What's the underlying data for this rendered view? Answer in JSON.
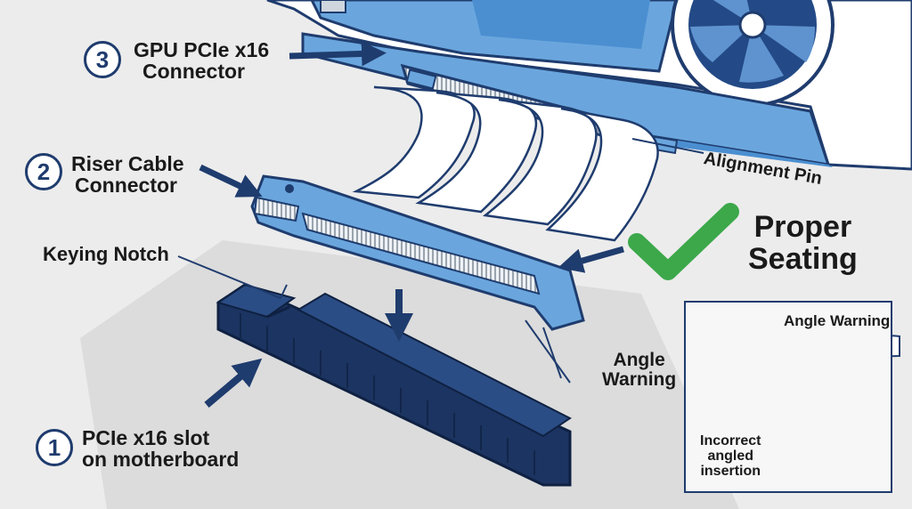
{
  "labels": {
    "step3": {
      "number": "3",
      "line1": "GPU PCIe x16",
      "line2": "Connector"
    },
    "step2": {
      "number": "2",
      "line1": "Riser Cable",
      "line2": "Connector"
    },
    "step1": {
      "number": "1",
      "line1": "PCIe x16 slot",
      "line2": "on motherboard"
    },
    "keying_notch": "Keying Notch",
    "alignment_pin": "Alignment Pin",
    "proper_seating": {
      "line1": "Proper",
      "line2": "Seating"
    },
    "angle_warning": {
      "line1": "Angle",
      "line2": "Warning"
    }
  },
  "inset": {
    "title": "Angle Warning",
    "caption": {
      "line1": "Incorrect",
      "line2": "angled",
      "line3": "insertion"
    }
  },
  "colors": {
    "navy": "#1f3c6e",
    "slot_dark": "#1c3461",
    "light_blue": "#6aa6dd",
    "check_green": "#3ca84a",
    "error_red": "#d42a2a"
  },
  "icons": [
    "check-mark-icon",
    "error-x-icon",
    "curved-arrow-icon"
  ]
}
